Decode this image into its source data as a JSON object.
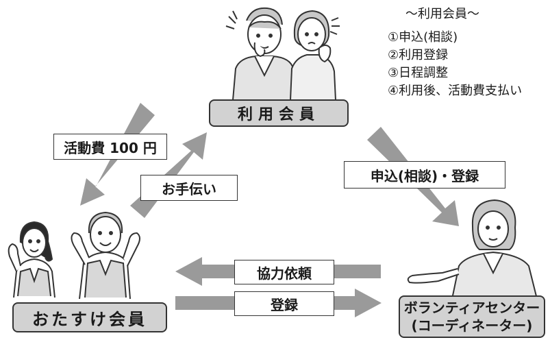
{
  "nodes": {
    "member": "利用会員",
    "helper": "おたすけ会員",
    "center_line1": "ボランティアセンター",
    "center_line2": "(コーディネーター)"
  },
  "edges": {
    "activity_fee": "活動費 100 円",
    "help": "お手伝い",
    "apply_register": "申込(相談)・登録",
    "cooperation_request": "協力依頼",
    "register": "登録"
  },
  "member_steps": {
    "title": "～利用会員～",
    "items": [
      "①申込(相談)",
      "②利用登録",
      "③日程調整",
      "④利用後、活動費支払い"
    ]
  },
  "colors": {
    "arrow": "#9a9a9a",
    "node_fill": "#d2d2d2",
    "stroke": "#333333"
  }
}
